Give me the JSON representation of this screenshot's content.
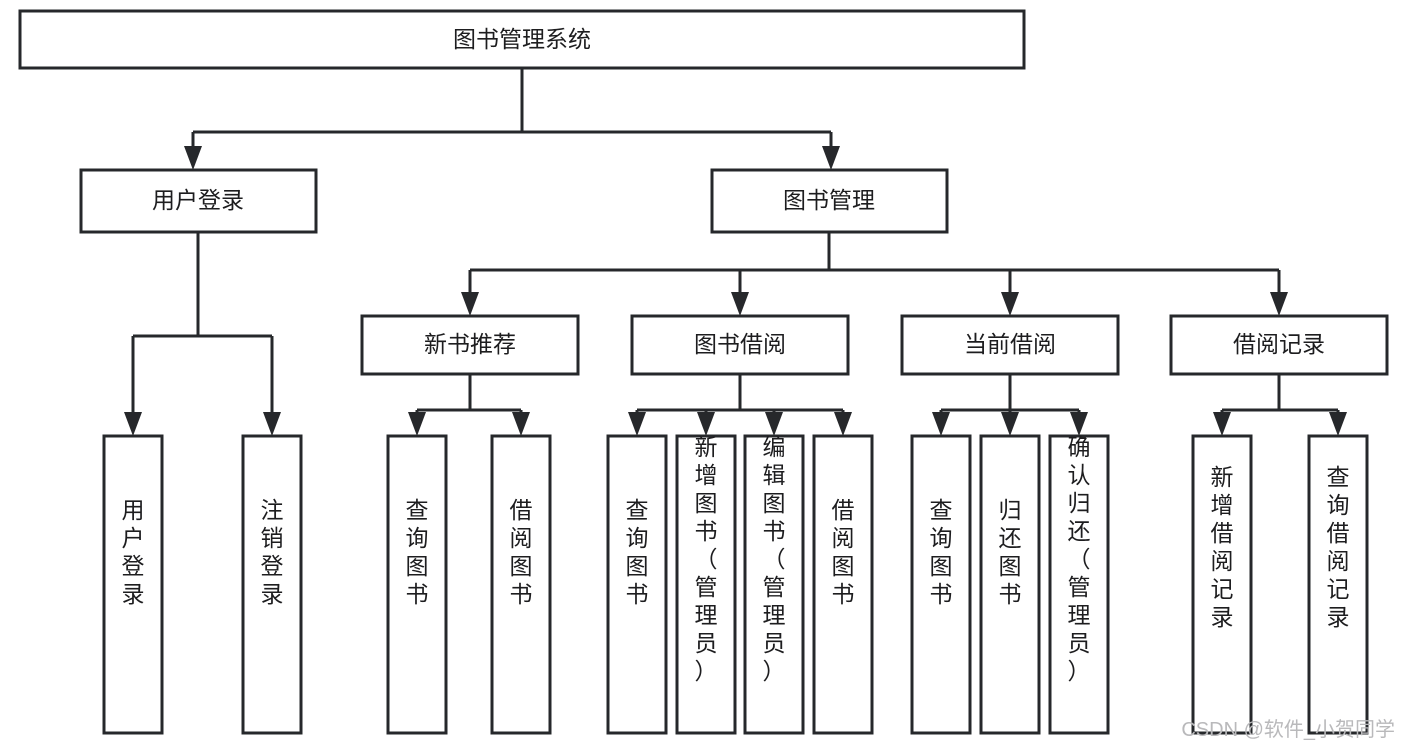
{
  "diagram": {
    "type": "tree-hierarchy",
    "title": "图书管理系统",
    "orientation": "top-down",
    "colors": {
      "stroke": "#26282b",
      "box_fill": "#ffffff",
      "text": "#1d1d1f",
      "background": "#ffffff",
      "watermark": "#b9b9bb"
    },
    "root": {
      "label": "图书管理系统",
      "level": 0
    },
    "level1": [
      {
        "label": "用户登录",
        "level": 1
      },
      {
        "label": "图书管理",
        "level": 1
      }
    ],
    "level2": [
      {
        "label": "新书推荐",
        "level": 2,
        "parent": "图书管理"
      },
      {
        "label": "图书借阅",
        "level": 2,
        "parent": "图书管理"
      },
      {
        "label": "当前借阅",
        "level": 2,
        "parent": "图书管理"
      },
      {
        "label": "借阅记录",
        "level": 2,
        "parent": "图书管理"
      }
    ],
    "leaves": [
      {
        "label": "用户登录",
        "parent": "用户登录",
        "orientation": "vertical"
      },
      {
        "label": "注销登录",
        "parent": "用户登录",
        "orientation": "vertical"
      },
      {
        "label": "查询图书",
        "parent": "新书推荐",
        "orientation": "vertical"
      },
      {
        "label": "借阅图书",
        "parent": "新书推荐",
        "orientation": "vertical"
      },
      {
        "label": "查询图书",
        "parent": "图书借阅",
        "orientation": "vertical"
      },
      {
        "label": "新增图书（管理员）",
        "parent": "图书借阅",
        "orientation": "vertical"
      },
      {
        "label": "编辑图书（管理员）",
        "parent": "图书借阅",
        "orientation": "vertical"
      },
      {
        "label": "借阅图书",
        "parent": "图书借阅",
        "orientation": "vertical"
      },
      {
        "label": "查询图书",
        "parent": "当前借阅",
        "orientation": "vertical"
      },
      {
        "label": "归还图书",
        "parent": "当前借阅",
        "orientation": "vertical"
      },
      {
        "label": "确认归还（管理员）",
        "parent": "当前借阅",
        "orientation": "vertical"
      },
      {
        "label": "新增借阅记录",
        "parent": "借阅记录",
        "orientation": "vertical"
      },
      {
        "label": "查询借阅记录",
        "parent": "借阅记录",
        "orientation": "vertical"
      }
    ]
  },
  "watermark": {
    "text": "CSDN @软件_小贺同学"
  }
}
